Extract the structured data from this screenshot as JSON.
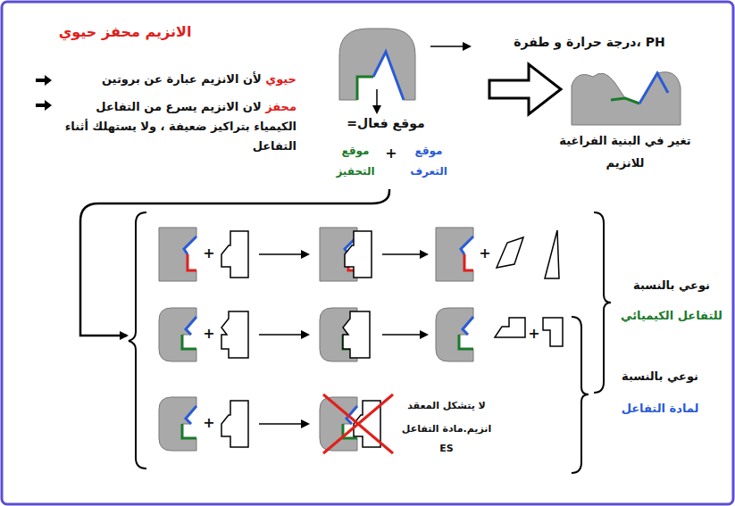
{
  "diagram": {
    "title": "الانزيم محفز حيوي",
    "labels": [
      "حيوي",
      "لأن الانزيم عبارة عن بروتين",
      "محفز",
      "لان الانزيم يسرع من التفاعل الكيمياء بتراكيز ضعيفة ، ولا يستهلك أثناء التفاعل",
      "PH ،درجة حرارة و طفرة",
      "تغير في البنية الفراغية للانزيم",
      "موقع فعال=",
      "+",
      "موقع التحفيز",
      "موقع التعرف",
      "+",
      "+",
      "+",
      "+",
      "+",
      "لا يتشكل المعقد",
      "انزيم.مادة التفاعل",
      "ES",
      "نوعي بالنسبة",
      "للتفاعل الكيميائي",
      "نوعي بالنسبة",
      "لمادة التفاعل"
    ]
  }
}
